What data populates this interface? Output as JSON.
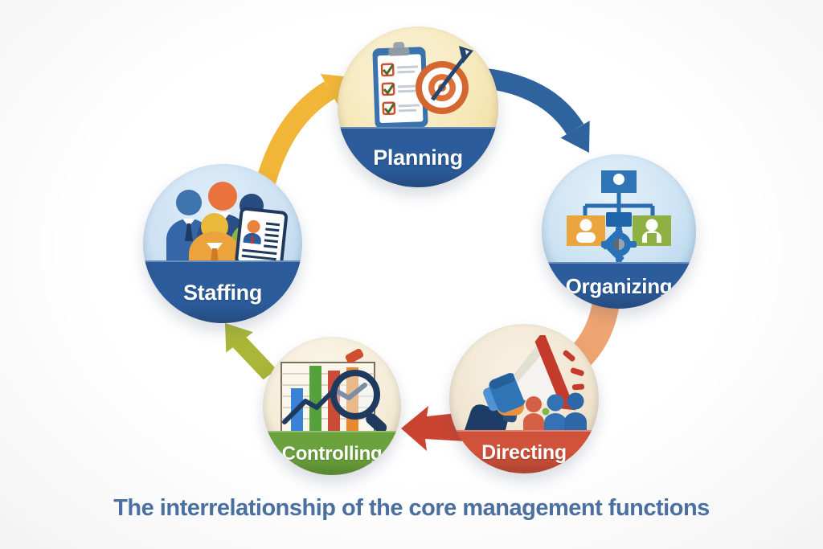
{
  "diagram": {
    "caption": "The interrelationship of the core management functions",
    "caption_color": "#4a6fa0"
  },
  "nodes": [
    {
      "id": "planning",
      "label": "Planning",
      "band_color": "#2c5c9b"
    },
    {
      "id": "organizing",
      "label": "Organizing",
      "band_color": "#2c5c9b"
    },
    {
      "id": "directing",
      "label": "Directing",
      "band_color": "#d0523a"
    },
    {
      "id": "controlling",
      "label": "Controlling",
      "band_color": "#6ba23d"
    },
    {
      "id": "staffing",
      "label": "Staffing",
      "band_color": "#2c5c9b"
    }
  ],
  "arrows": [
    {
      "id": "staffing-to-planning",
      "color": "#f1b637"
    },
    {
      "id": "planning-to-organizing",
      "color": "#2e639e"
    },
    {
      "id": "organizing-to-directing",
      "color": "#efa571"
    },
    {
      "id": "directing-to-controlling",
      "color": "#cb4431"
    },
    {
      "id": "controlling-to-staffing",
      "color": "#a9b637"
    }
  ]
}
